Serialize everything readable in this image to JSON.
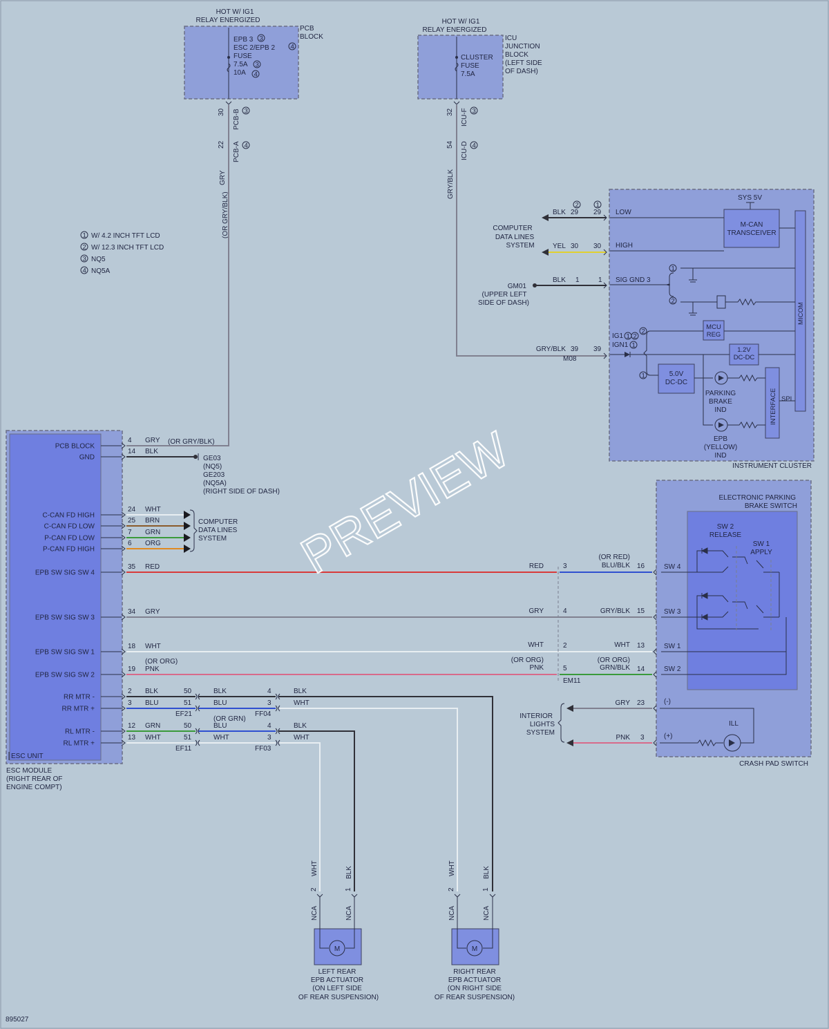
{
  "colors": {
    "background": "#b9c9d6",
    "module": "#8f9fd9",
    "module_dark": "#6f7fe0",
    "wire_gray": "#808090",
    "wire_red": "#d83a3a",
    "wire_blue": "#2f4fd0",
    "wire_green": "#3a9a3a",
    "wire_pink": "#d86a8a",
    "wire_yellow": "#e0d030",
    "wire_white": "#e8eef2",
    "wire_black": "#303038",
    "wire_brown": "#8a5a2a",
    "wire_orange": "#e08a20"
  },
  "pcb": {
    "hot": "HOT W/ IG1",
    "relay": "RELAY ENERGIZED",
    "block1": "PCB",
    "block2": "BLOCK",
    "fuse1": "EPB 3",
    "fuse2": "ESC 2/EPB 2",
    "fuse3": "FUSE",
    "amp1": "7.5A",
    "amp2": "10A",
    "pin1": "30",
    "conn1": "PCB-B",
    "pin2": "22",
    "conn2": "PCB-A",
    "wire1": "GRY",
    "wire2": "(OR GRY/BLK)"
  },
  "icu": {
    "hot": "HOT W/ IG1",
    "relay": "RELAY ENERGIZED",
    "name1": "ICU",
    "name2": "JUNCTION",
    "name3": "BLOCK",
    "name4": "(LEFT SIDE",
    "name5": "OF DASH)",
    "fuse1": "CLUSTER",
    "fuse2": "FUSE",
    "amp": "7.5A",
    "pin1": "32",
    "conn1": "ICU-F",
    "pin2": "54",
    "conn2": "ICU-D",
    "wire": "GRY/BLK"
  },
  "legend": [
    {
      "num": "1",
      "text": "W/ 4.2 INCH TFT LCD"
    },
    {
      "num": "2",
      "text": "W/ 12.3 INCH TFT LCD"
    },
    {
      "num": "3",
      "text": "NQ5"
    },
    {
      "num": "4",
      "text": "NQ5A"
    }
  ],
  "cluster": {
    "name": "INSTRUMENT CLUSTER",
    "sys5v": "SYS 5V",
    "mcan1": "M-CAN",
    "mcan2": "TRANSCEIVER",
    "micom": "MICOM",
    "mcu1": "MCU",
    "mcu2": "REG",
    "dc12a": "1.2V",
    "dc12b": "DC-DC",
    "dc50a": "5.0V",
    "dc50b": "DC-DC",
    "interface": "INTERFACE",
    "spi": "SPI",
    "pb1": "PARKING",
    "pb2": "BRAKE",
    "pb3": "IND",
    "epb1": "EPB",
    "epb2": "(YELLOW)",
    "epb3": "IND",
    "low": "LOW",
    "high": "HIGH",
    "sig": "SIG GND 3",
    "ig1": "IG1",
    "ign1": "IGN1",
    "cdl1": "COMPUTER",
    "cdl2": "DATA LINES",
    "cdl3": "SYSTEM",
    "blk": "BLK",
    "yel": "YEL",
    "p29a": "29",
    "p29b": "29",
    "p30a": "30",
    "p30b": "30",
    "gm1": "GM01",
    "gm2": "(UPPER LEFT",
    "gm3": "SIDE OF DASH)",
    "p1a": "1",
    "p1b": "1",
    "gryblk": "GRY/BLK",
    "p39a": "39",
    "p39b": "39",
    "m08": "M08"
  },
  "esc": {
    "unit": "ESC UNIT",
    "mod1": "ESC MODULE",
    "mod2": "(RIGHT REAR OF",
    "mod3": "ENGINE COMPT)",
    "pins": [
      {
        "label": "PCB BLOCK",
        "pin": "4",
        "color": "GRY"
      },
      {
        "label": "GND",
        "pin": "14",
        "color": "BLK"
      },
      {
        "label": "C-CAN FD HIGH",
        "pin": "24",
        "color": "WHT"
      },
      {
        "label": "C-CAN FD LOW",
        "pin": "25",
        "color": "BRN"
      },
      {
        "label": "P-CAN FD LOW",
        "pin": "7",
        "color": "GRN"
      },
      {
        "label": "P-CAN FD HIGH",
        "pin": "6",
        "color": "ORG"
      },
      {
        "label": "EPB SW SIG SW 4",
        "pin": "35",
        "color": "RED"
      },
      {
        "label": "EPB SW SIG SW 3",
        "pin": "34",
        "color": "GRY"
      },
      {
        "label": "EPB SW SIG SW 1",
        "pin": "18",
        "color": "WHT"
      },
      {
        "label": "EPB SW SIG SW 2",
        "pin": "19",
        "color": "PNK"
      },
      {
        "label": "RR MTR -",
        "pin": "2",
        "color": "BLK"
      },
      {
        "label": "RR MTR +",
        "pin": "3",
        "color": "BLU"
      },
      {
        "label": "RL MTR -",
        "pin": "12",
        "color": "GRN"
      },
      {
        "label": "RL MTR +",
        "pin": "13",
        "color": "WHT"
      }
    ],
    "orgryblk": "(OR GRY/BLK)",
    "ge1": "GE03",
    "ge2": "(NQ5)",
    "ge3": "GE203",
    "ge4": "(NQ5A)",
    "ge5": "(RIGHT SIDE OF DASH)",
    "cdl1": "COMPUTER",
    "cdl2": "DATA LINES",
    "cdl3": "SYSTEM",
    "org": "(OR ORG)"
  },
  "inline": {
    "red": "RED",
    "p3": "3",
    "orred": "(OR RED)",
    "blublk": "BLU/BLK",
    "p16": "16",
    "gry": "GRY",
    "p4": "4",
    "gryblk": "GRY/BLK",
    "p15": "15",
    "wht": "WHT",
    "p2": "2",
    "wht2": "WHT",
    "p13": "13",
    "orgA": "(OR ORG)",
    "pnk": "PNK",
    "p5": "5",
    "orgB": "(OR ORG)",
    "grnblk": "GRN/BLK",
    "p14": "14",
    "em11": "EM11"
  },
  "switch": {
    "t1": "ELECTRONIC PARKING",
    "t2": "BRAKE SWITCH",
    "sw2a": "SW 2",
    "sw2b": "RELEASE",
    "sw1a": "SW 1",
    "sw1b": "APPLY",
    "sw4": "SW 4",
    "sw3": "SW 3",
    "sw1": "SW 1",
    "sw2": "SW 2",
    "crash": "CRASH PAD SWITCH",
    "ill": "ILL",
    "minus": "(-)",
    "plus": "(+)",
    "gry": "GRY",
    "p23": "23",
    "pnk": "PNK",
    "p3": "3",
    "il1": "INTERIOR",
    "il2": "LIGHTS",
    "il3": "SYSTEM"
  },
  "motor": {
    "p50a": "50",
    "p51a": "51",
    "ef21": "EF21",
    "blkA": "BLK",
    "bluA": "BLU",
    "p4a": "4",
    "p3a": "3",
    "ff04": "FF04",
    "blkB": "BLK",
    "whtB": "WHT",
    "p50b": "50",
    "p51b": "51",
    "ef11": "EF11",
    "orgrn": "(OR GRN)",
    "bluC": "BLU",
    "whtC": "WHT",
    "p4b": "4",
    "p3b": "3",
    "ff03": "FF03",
    "blkD": "BLK",
    "whtD": "WHT",
    "wht": "WHT",
    "blk": "BLK",
    "nca": "NCA",
    "m": "M",
    "p1": "1",
    "p2": "2",
    "l1": "LEFT REAR",
    "l2": "EPB ACTUATOR",
    "l3": "(ON LEFT SIDE",
    "l4": "OF REAR SUSPENSION)",
    "r1": "RIGHT REAR",
    "r2": "EPB ACTUATOR",
    "r3": "(ON RIGHT SIDE",
    "r4": "OF REAR SUSPENSION)"
  },
  "footer": "895027",
  "watermark": "PREVIEW"
}
